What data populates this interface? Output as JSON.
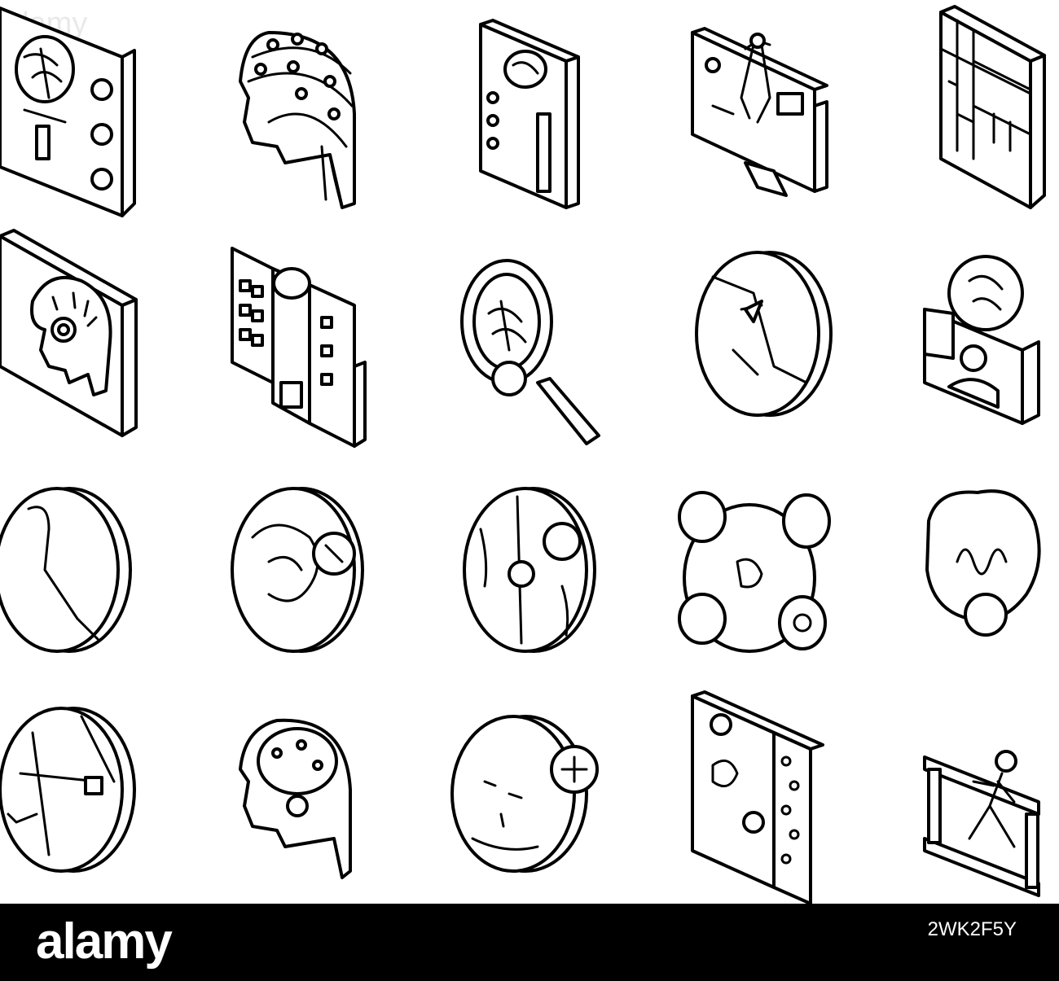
{
  "watermark": "alamy",
  "footer": {
    "logo": "alamy",
    "image_id": "2WK2F5Y"
  },
  "colors": {
    "footer_background": "#000000",
    "footer_text": "#ffffff",
    "line_art": "#000000"
  }
}
